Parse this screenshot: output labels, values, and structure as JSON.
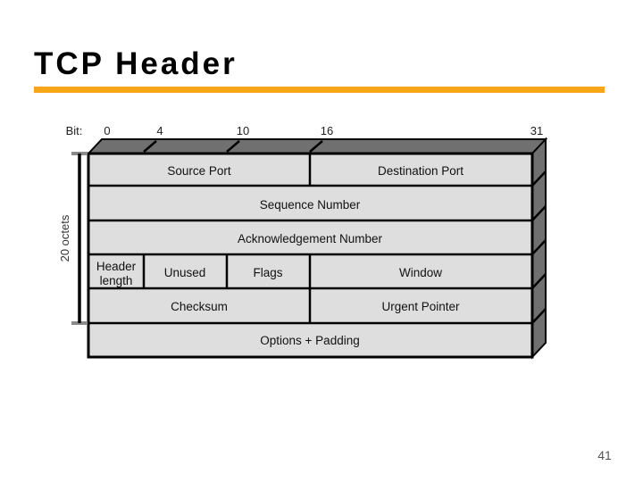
{
  "slide": {
    "title": "TCP Header",
    "page_number": "41"
  },
  "accent": {
    "rule_color": "#F9A51A"
  },
  "diagram": {
    "bit_label": "Bit:",
    "ticks": [
      "0",
      "4",
      "10",
      "16",
      "31"
    ],
    "side_label": "20 octets",
    "cells": {
      "source_port": "Source Port",
      "destination_port": "Destination Port",
      "sequence_number": "Sequence Number",
      "acknowledgement_number": "Acknowledgement Number",
      "header_length_line1": "Header",
      "header_length_line2": "length",
      "unused": "Unused",
      "flags": "Flags",
      "window": "Window",
      "checksum": "Checksum",
      "urgent_pointer": "Urgent Pointer",
      "options_padding": "Options + Padding"
    },
    "colors": {
      "cell_fill": "#dedede",
      "shade_fill": "#707070",
      "border": "#000000"
    }
  }
}
